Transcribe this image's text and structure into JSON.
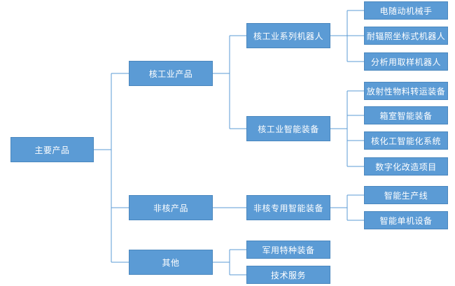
{
  "colors": {
    "box_fill": "#5b9bd5",
    "box_border": "#4a87be",
    "line": "#5b9bd5",
    "text": "#ffffff"
  },
  "nodes": {
    "root": "主要产品",
    "nuclear": "核工业产品",
    "non_nuclear": "非核产品",
    "other": "其他",
    "robot_series": "核工业系列机器人",
    "smart_equipment": "核工业智能装备",
    "non_nuclear_equipment": "非核专用智能装备",
    "military_equipment": "军用特种装备",
    "tech_service": "技术服务",
    "manipulator": "电随动机械手",
    "irradiation_robot": "耐辐照坐标式机器人",
    "sampling_robot": "分析用取样机器人",
    "radioactive_transfer": "放射性物料转运装备",
    "hot_cell": "箱室智能装备",
    "chem_system": "核化工智能化系统",
    "digital_retrofit": "数字化改造项目",
    "smart_line": "智能生产线",
    "smart_single": "智能单机设备"
  }
}
